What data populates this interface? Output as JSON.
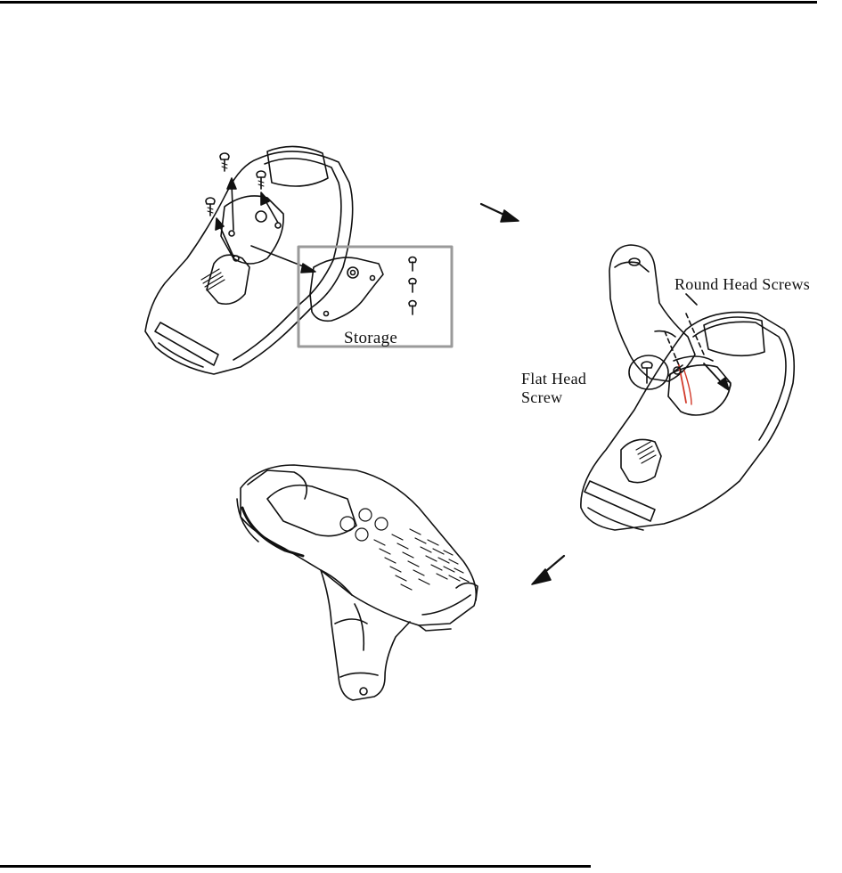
{
  "labels": {
    "round_head_screws": "Round Head Screws",
    "flat_head_screw_line1": "Flat Head",
    "flat_head_screw_line2": "Screw",
    "storage": "Storage"
  },
  "colors": {
    "line": "#111111",
    "storage_box": "#9a9a9a",
    "wire_red": "#d23a2a"
  },
  "icons": [
    "arrow-right-down-icon",
    "arrow-left-down-icon",
    "screw-icon"
  ]
}
